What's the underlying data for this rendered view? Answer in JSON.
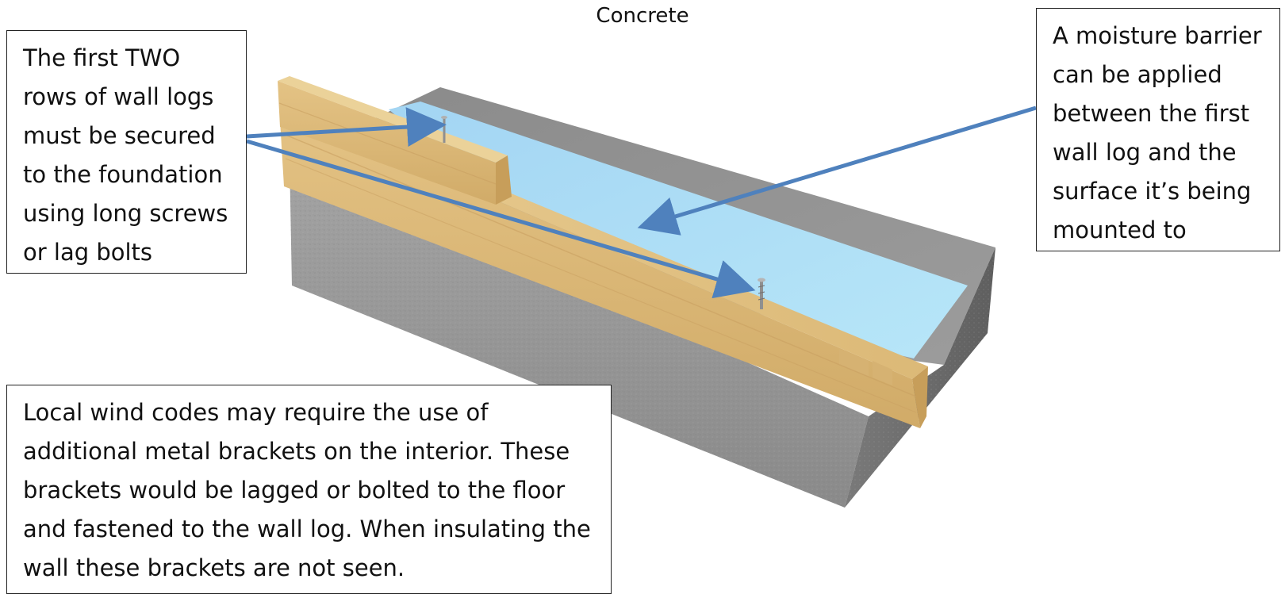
{
  "diagram": {
    "title": "Concrete",
    "callouts": {
      "screws": {
        "text": "The first TWO\nrows of wall logs\nmust be secured\nto the foundation\nusing long screws\nor lag bolts"
      },
      "moisture": {
        "text": "A moisture barrier\ncan be applied\nbetween the first\nwall log and the\nsurface it’s being\nmounted to"
      },
      "wind": {
        "text": "Local wind codes may require the use of\nadditional metal brackets on the interior. These\nbrackets would be lagged or bolted to the floor\nand fastened to the wall log.  When insulating the\nwall these brackets are not seen."
      }
    },
    "colors": {
      "arrow": "#4f81bd",
      "concrete_top": "#8e8e8e",
      "concrete_front": "#9a9a9a",
      "concrete_side": "#6e6e6e",
      "moisture_barrier": "#a9dcf5",
      "wood": "#e3c384",
      "wood_dark": "#c9a464"
    }
  }
}
